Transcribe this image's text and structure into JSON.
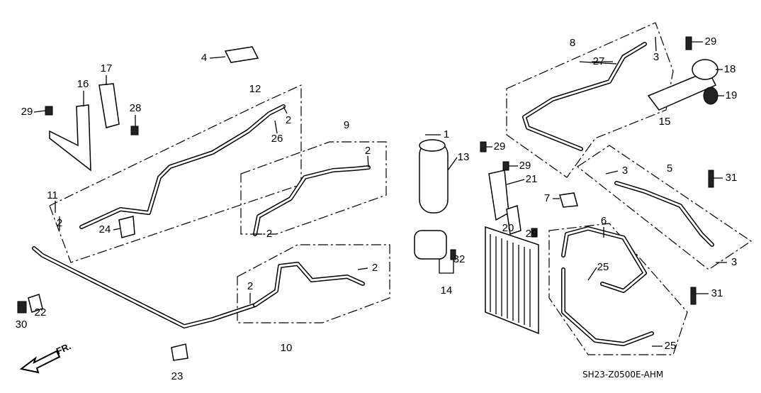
{
  "diagram_code": "SH23-Z0500E-AHM",
  "direction_marker": "FR.",
  "callouts": [
    "4",
    "17",
    "16",
    "29",
    "28",
    "12",
    "2",
    "26",
    "9",
    "2",
    "1",
    "13",
    "29",
    "29",
    "21",
    "8",
    "27",
    "3",
    "29",
    "18",
    "19",
    "15",
    "3",
    "5",
    "31",
    "7",
    "20",
    "29",
    "6",
    "25",
    "3",
    "31",
    "25",
    "11",
    "2",
    "24",
    "2",
    "2",
    "2",
    "10",
    "32",
    "14",
    "22",
    "30",
    "23"
  ],
  "icons": {
    "direction_arrow": "arrow-down-left-icon"
  }
}
